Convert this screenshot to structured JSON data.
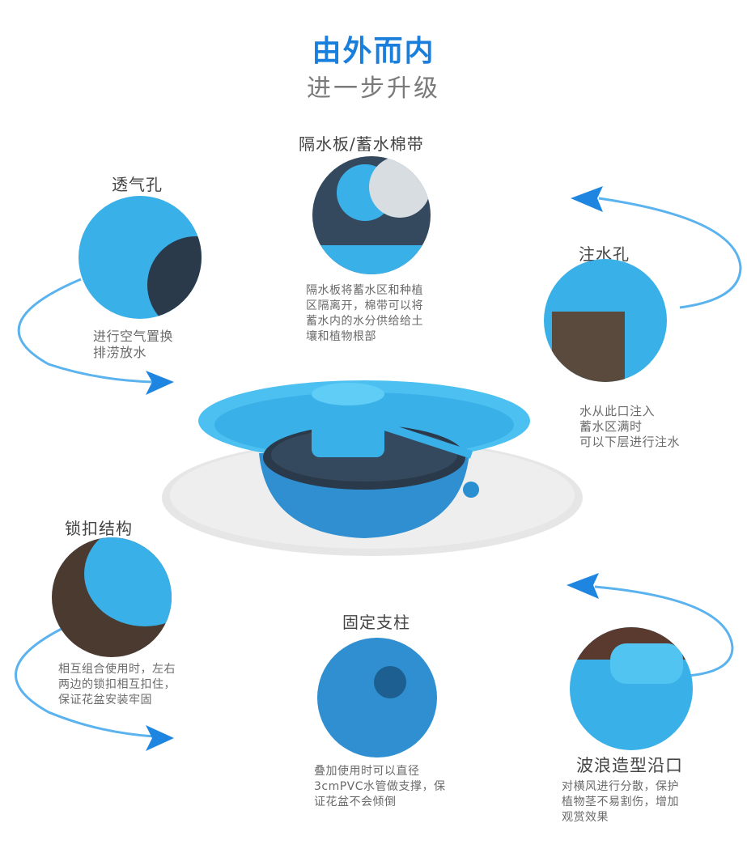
{
  "header": {
    "title": "由外而内",
    "subtitle": "进一步升级",
    "accent_color": "#1a7fdc",
    "subtitle_color": "#7a7a7a"
  },
  "features": [
    {
      "id": "vent-hole",
      "label": "透气孔",
      "description": [
        "进行空气置换",
        "排涝放水"
      ]
    },
    {
      "id": "water-barrier",
      "label": "隔水板/蓄水棉带",
      "description": [
        "隔水板将蓄水区和种植",
        "区隔离开，棉带可以将",
        "蓄水内的水分供给给土",
        "壤和植物根部"
      ]
    },
    {
      "id": "water-inlet",
      "label": "注水孔",
      "description": [
        "水从此口注入",
        "蓄水区满时",
        "可以下层进行注水"
      ]
    },
    {
      "id": "lock-structure",
      "label": "锁扣结构",
      "description": [
        "相互组合使用时，左右",
        "两边的锁扣相互扣住，",
        "保证花盆安装牢固"
      ]
    },
    {
      "id": "support-pillar",
      "label": "固定支柱",
      "description": [
        "叠加使用时可以直径",
        "3cmPVC水管做支撑，保",
        "证花盆不会倾倒"
      ]
    },
    {
      "id": "wave-rim",
      "label": "波浪造型沿口",
      "description": [
        "对横风进行分散，保护",
        "植物茎不易割伤，增加",
        "观赏效果"
      ]
    }
  ],
  "colors": {
    "product_blue": "#3ab0e8",
    "arrow_blue": "#1e86e0",
    "platform_gray": "#e6e6e6"
  }
}
